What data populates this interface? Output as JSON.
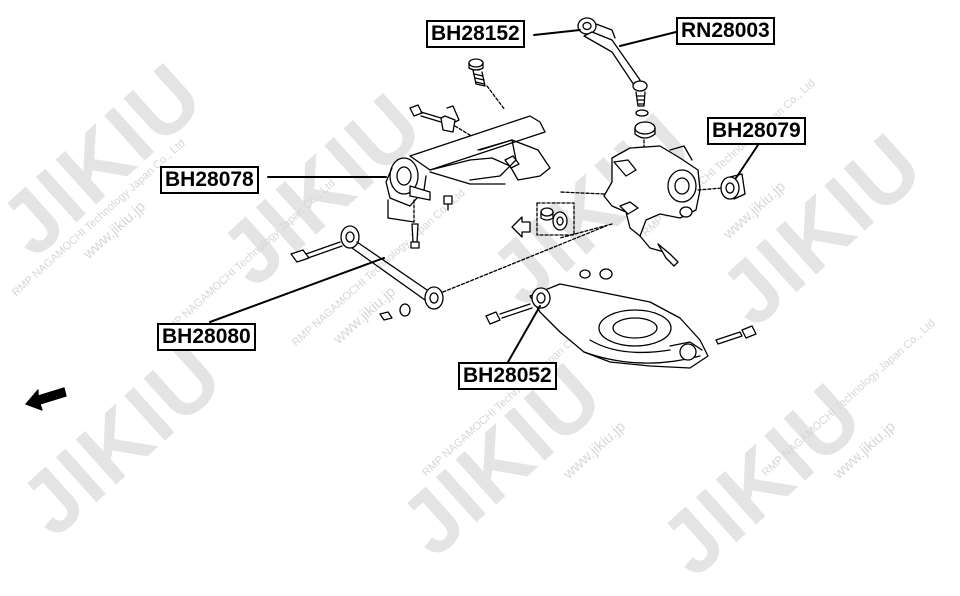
{
  "watermark": {
    "brand": "JIKIU",
    "company": "RMP NAGAMOCHI Technology Japan Co., Ltd",
    "url": "www.jikiu.jp"
  },
  "labels": {
    "bh28152": "BH28152",
    "rn28003": "RN28003",
    "bh28079": "BH28079",
    "bh28078": "BH28078",
    "bh28080": "BH28080",
    "bh28052": "BH28052"
  },
  "colors": {
    "line": "#000000",
    "label_border": "#000000",
    "watermark": "#e4e4e4"
  }
}
